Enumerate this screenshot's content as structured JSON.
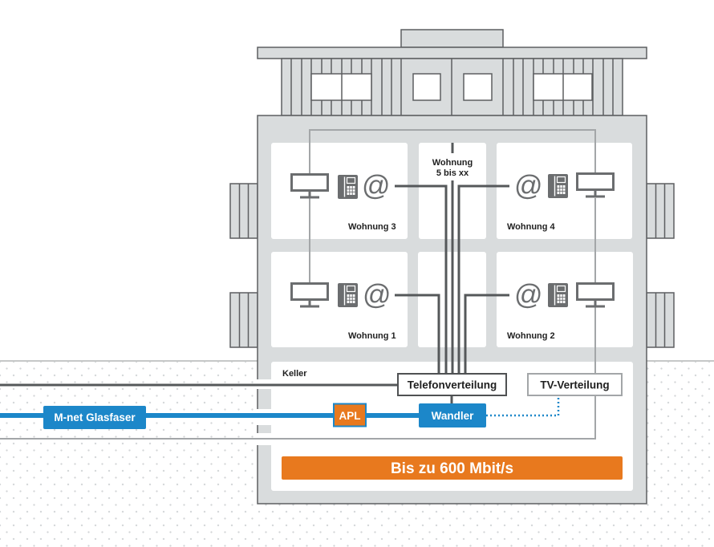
{
  "diagram": {
    "apartments": [
      {
        "label": "Wohnung 3",
        "devices": [
          "monitor-icon",
          "phone-icon",
          "at-icon"
        ]
      },
      {
        "label": "Wohnung 4",
        "devices": [
          "at-icon",
          "phone-icon",
          "monitor-icon"
        ]
      },
      {
        "label": "Wohnung 1",
        "devices": [
          "monitor-icon",
          "phone-icon",
          "at-icon"
        ]
      },
      {
        "label": "Wohnung 2",
        "devices": [
          "at-icon",
          "phone-icon",
          "monitor-icon"
        ]
      }
    ],
    "other_apartments": {
      "line1": "Wohnung",
      "line2": "5 bis xx"
    },
    "basement_label": "Keller",
    "phone_distribution_label": "Telefonverteilung",
    "tv_distribution_label": "TV-Verteilung",
    "converter_label": "Wandler",
    "apl_label": "APL",
    "fiber_label": "M-net Glasfaser",
    "speed_banner": "Bis zu 600 Mbit/s",
    "at_glyph": "@"
  },
  "colors": {
    "fiber_blue": "#1c87c9",
    "accent_orange": "#e8791e",
    "icon_gray": "#6b6d6f",
    "building_fill": "#d9dcdd",
    "phone_line": "#55585a",
    "tv_line": "#a3a6a8"
  }
}
